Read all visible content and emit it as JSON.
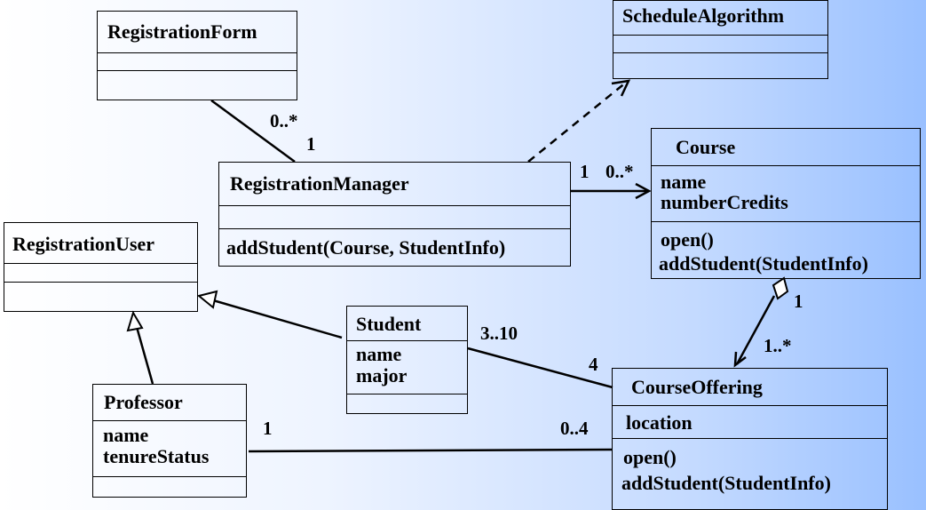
{
  "classes": {
    "registration_form": {
      "name": "RegistrationForm",
      "attributes": [],
      "operations": []
    },
    "schedule_algorithm": {
      "name": "ScheduleAlgorithm",
      "attributes": [],
      "operations": []
    },
    "registration_manager": {
      "name": "RegistrationManager",
      "attributes": [],
      "operations": [
        "addStudent(Course, StudentInfo)"
      ]
    },
    "course": {
      "name": "Course",
      "attributes": [
        "name",
        "numberCredits"
      ],
      "operations": [
        "open()",
        "addStudent(StudentInfo)"
      ]
    },
    "registration_user": {
      "name": "RegistrationUser",
      "attributes": [],
      "operations": []
    },
    "student": {
      "name": "Student",
      "attributes": [
        "name",
        "major"
      ],
      "operations": []
    },
    "professor": {
      "name": "Professor",
      "attributes": [
        "name",
        "tenureStatus"
      ],
      "operations": []
    },
    "course_offering": {
      "name": "CourseOffering",
      "attributes": [
        "location"
      ],
      "operations": [
        "open()",
        "addStudent(StudentInfo)"
      ]
    }
  },
  "multiplicities": {
    "form_end": "0..*",
    "manager_form_end": "1",
    "manager_course_end": "1",
    "course_end": "0..*",
    "course_agg_end": "1",
    "offering_agg_end": "1..*",
    "student_end": "3..10",
    "offering_student_end": "4",
    "professor_end": "1",
    "offering_professor_end": "0..4"
  },
  "relationships": [
    {
      "from": "RegistrationForm",
      "to": "RegistrationManager",
      "kind": "association"
    },
    {
      "from": "RegistrationManager",
      "to": "ScheduleAlgorithm",
      "kind": "dependency"
    },
    {
      "from": "RegistrationManager",
      "to": "Course",
      "kind": "directed-association"
    },
    {
      "from": "Course",
      "to": "CourseOffering",
      "kind": "aggregation"
    },
    {
      "from": "Student",
      "to": "RegistrationUser",
      "kind": "generalization"
    },
    {
      "from": "Professor",
      "to": "RegistrationUser",
      "kind": "generalization"
    },
    {
      "from": "Student",
      "to": "CourseOffering",
      "kind": "association"
    },
    {
      "from": "Professor",
      "to": "CourseOffering",
      "kind": "association"
    }
  ]
}
